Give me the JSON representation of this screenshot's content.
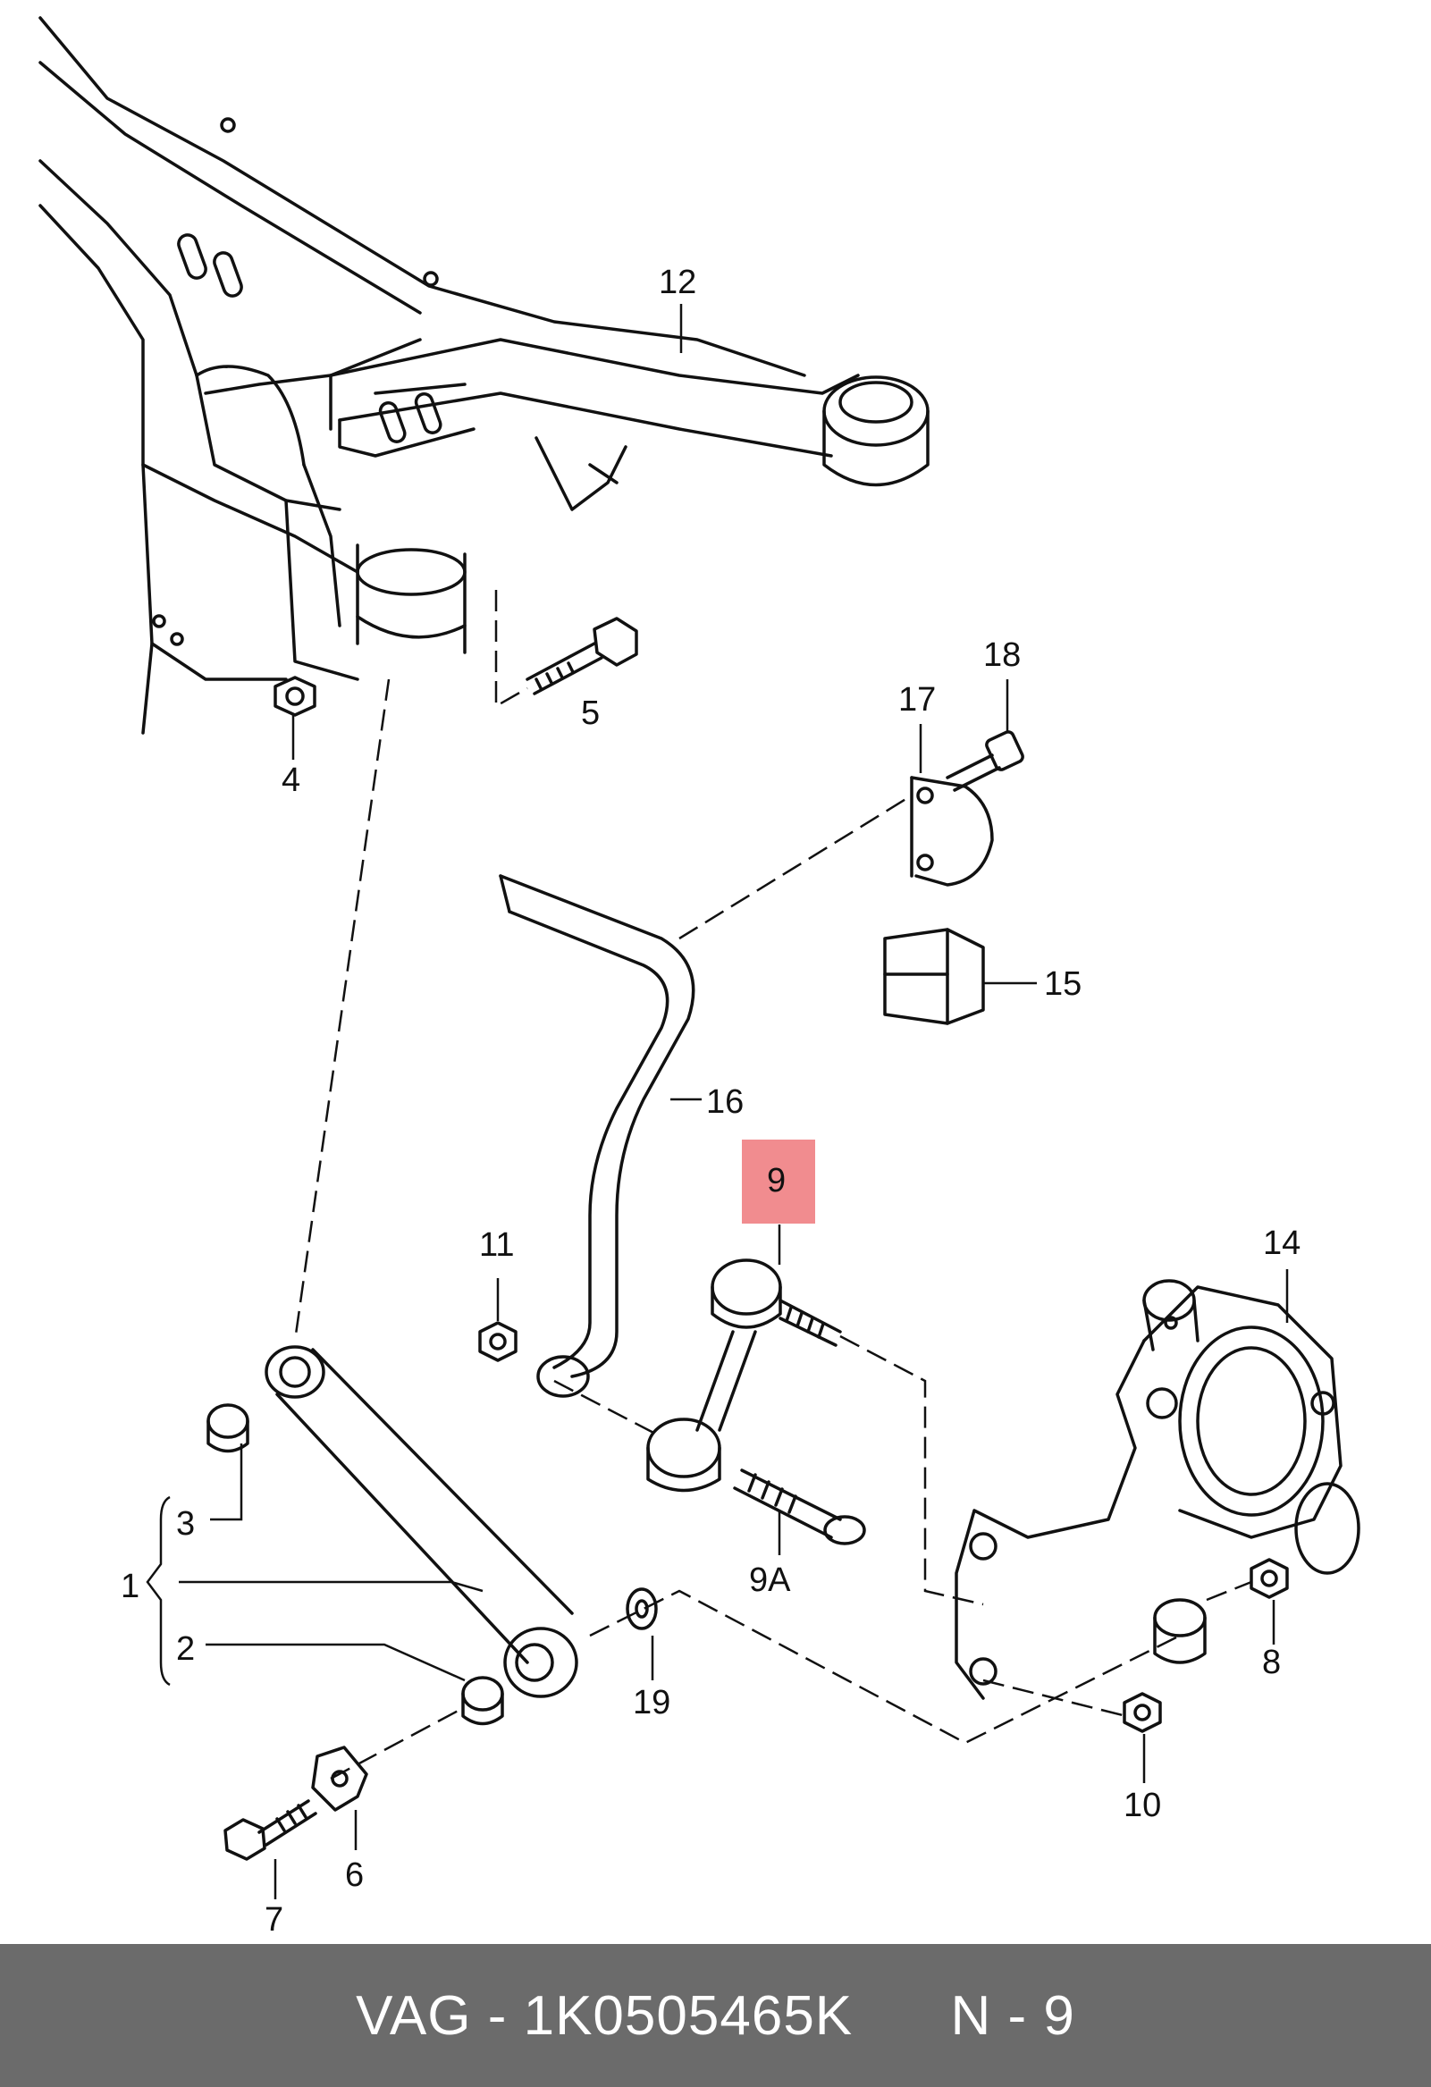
{
  "diagram": {
    "callouts": {
      "c1": "1",
      "c2": "2",
      "c3": "3",
      "c4": "4",
      "c5": "5",
      "c6": "6",
      "c7": "7",
      "c8": "8",
      "c9": "9",
      "c9a": "9A",
      "c10": "10",
      "c11": "11",
      "c12": "12",
      "c14": "14",
      "c15": "15",
      "c16": "16",
      "c17": "17",
      "c18": "18",
      "c19": "19"
    },
    "highlighted_callout": "9",
    "highlight_color": "#f18c8f"
  },
  "footer": {
    "brand": "VAG",
    "separator": "-",
    "part_number": "1K0505465K",
    "position_label": "N - 9"
  }
}
